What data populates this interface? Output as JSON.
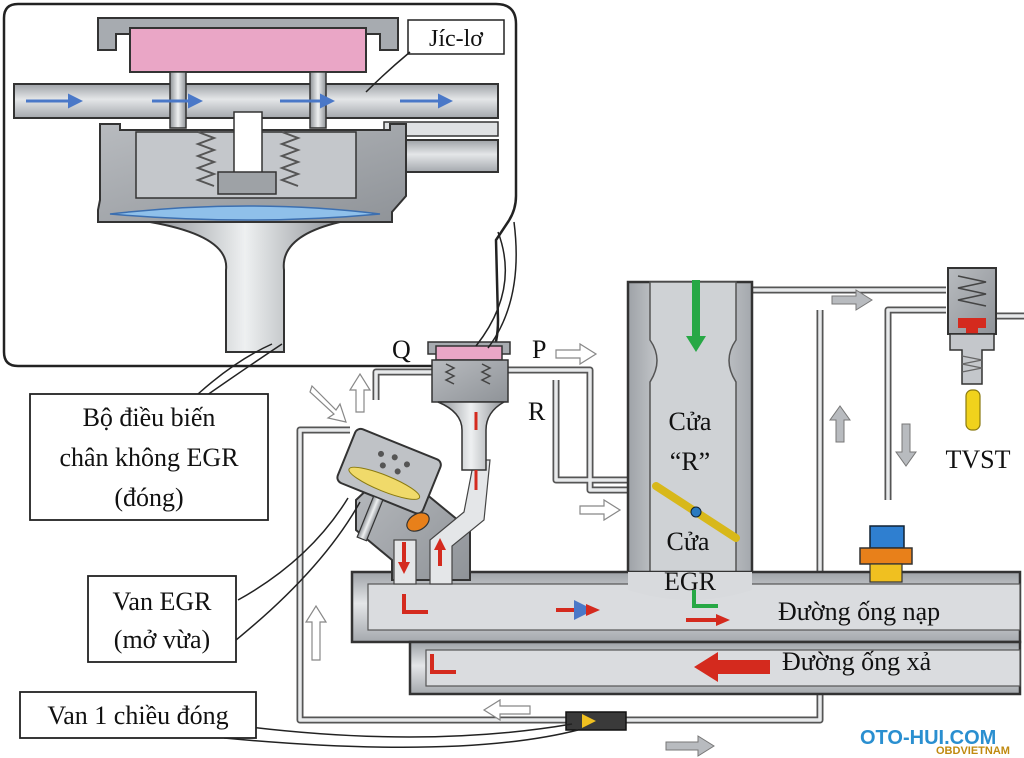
{
  "labels": {
    "jiclo": "Jíc-lơ",
    "q": "Q",
    "p": "P",
    "r": "R",
    "cua_r_1": "Cửa",
    "cua_r_2": "“R”",
    "cua_egr_1": "Cửa",
    "cua_egr_2": "EGR",
    "tvst": "TVST",
    "intake": "Đường ống nạp",
    "exhaust": "Đường ống xả"
  },
  "callouts": {
    "modulator_1": "Bộ điều biến",
    "modulator_2": "chân không EGR",
    "modulator_3": "(đóng)",
    "egr_valve_1": "Van EGR",
    "egr_valve_2": "(mở vừa)",
    "check_valve": "Van 1 chiều đóng"
  },
  "watermark": {
    "brand": "OTO-HUI.COM",
    "sub": "OBDVIETNAM"
  },
  "colors": {
    "pipe_fill": "#c9ccd0",
    "pipe_outline": "#3a3a3a",
    "diaphragm": "#e9a3c4",
    "flow_red": "#d42a1e",
    "flow_blue": "#4a78c8",
    "flow_green": "#27a845",
    "sensor_blue": "#2f7fd0",
    "sensor_orange": "#e8801a",
    "thermo_yellow": "#f0d21c"
  }
}
